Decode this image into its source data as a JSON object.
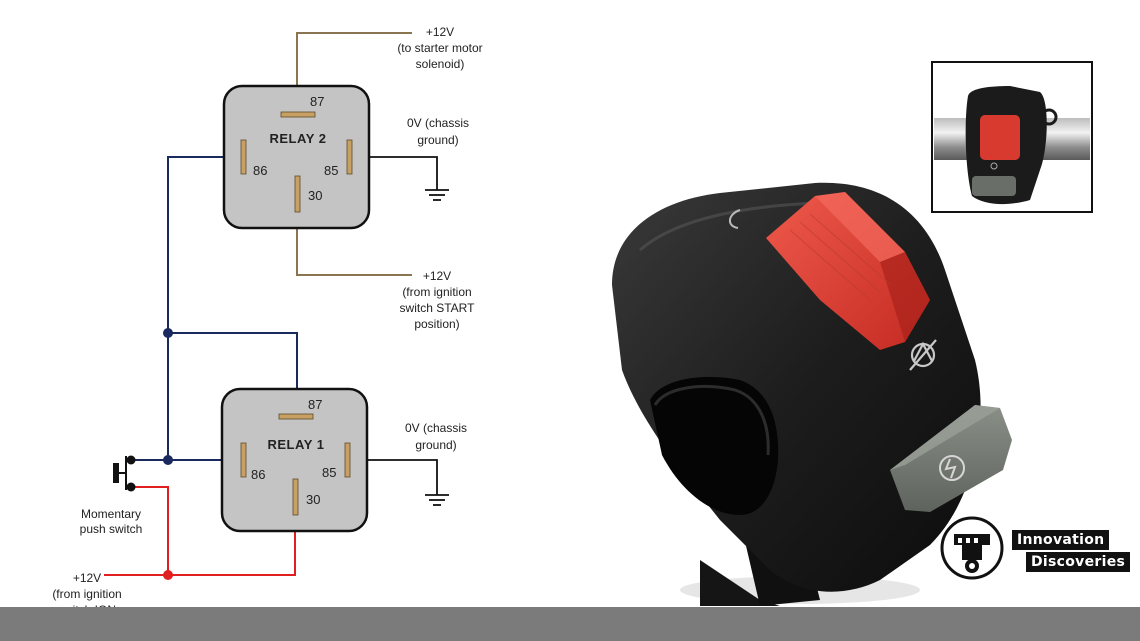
{
  "diagram": {
    "relay2": {
      "title": "RELAY 2",
      "pins": {
        "p87": "87",
        "p86": "86",
        "p85": "85",
        "p30": "30"
      }
    },
    "relay1": {
      "title": "RELAY 1",
      "pins": {
        "p87": "87",
        "p86": "86",
        "p85": "85",
        "p30": "30"
      }
    },
    "labels": {
      "starter": [
        "+12V",
        "(to starter motor",
        "solenoid)"
      ],
      "ground2": [
        "0V (chassis",
        "ground)"
      ],
      "ignition_start": [
        "+12V",
        "(from ignition",
        "switch START",
        "position)"
      ],
      "ground1": [
        "0V (chassis",
        "ground)"
      ],
      "switch": [
        "Momentary",
        "push switch"
      ],
      "ignition_on": [
        "+12V",
        "(from ignition",
        "switch ION"
      ]
    },
    "wire_colors": {
      "supply": "#8a7550",
      "signal": "#1a2a5e",
      "ground": "#111111",
      "ignition": "#e02020"
    }
  },
  "logo": {
    "line1": "Innovation",
    "line2": "Discoveries"
  },
  "colors": {
    "relay_body": "#c4c4c4",
    "pin_contact": "#c8a063",
    "switch_button": "#d93a30",
    "switch_housing": "#1e1e1e",
    "bottom_bar": "#7b7b7b"
  }
}
